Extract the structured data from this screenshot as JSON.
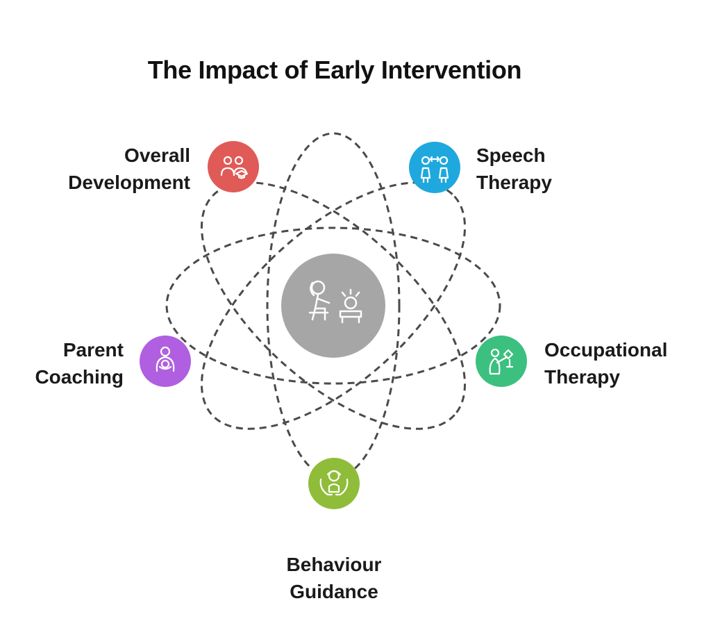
{
  "title": "The Impact of Early Intervention",
  "center": {
    "icon": "therapist-with-child-icon",
    "color": "#a6a6a6"
  },
  "nodes": [
    {
      "id": "overall",
      "line1": "Overall",
      "line2": "Development",
      "icon": "family-graduation-icon",
      "color": "#e05a57"
    },
    {
      "id": "speech",
      "line1": "Speech",
      "line2": "Therapy",
      "icon": "two-people-talking-icon",
      "color": "#1fa8de"
    },
    {
      "id": "occupational",
      "line1": "Occupational",
      "line2": "Therapy",
      "icon": "person-with-task-icon",
      "color": "#3cc07f"
    },
    {
      "id": "behaviour",
      "line1": "Behaviour",
      "line2": "Guidance",
      "icon": "hands-holding-child-icon",
      "color": "#8fbd3a"
    },
    {
      "id": "parent",
      "line1": "Parent",
      "line2": "Coaching",
      "icon": "parent-holding-child-icon",
      "color": "#b05fe0"
    }
  ]
}
